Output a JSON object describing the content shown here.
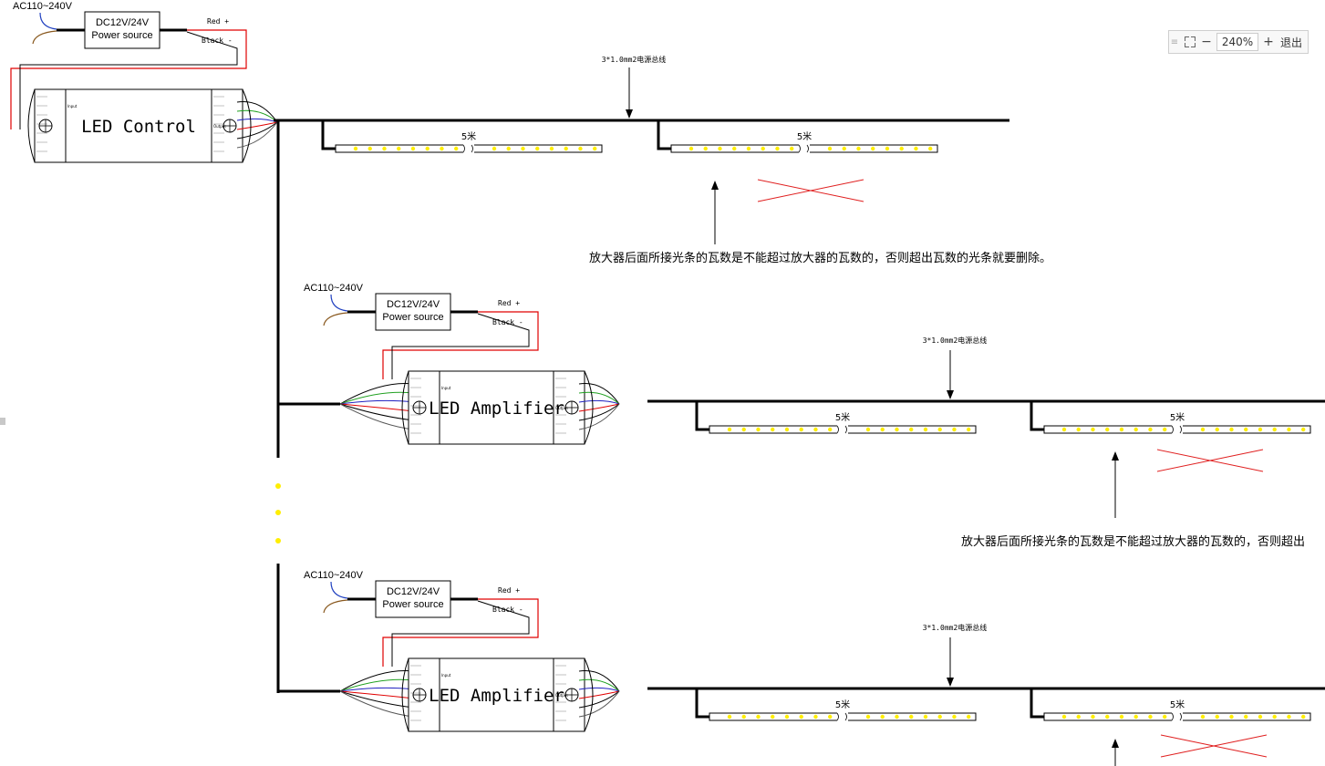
{
  "viewer": {
    "zoom": "240%",
    "exit_label": "退出",
    "zoom_out_label": "−",
    "zoom_in_label": "+",
    "fit_icon": "fit-screen-icon",
    "grip_icon": "drag-grip-icon"
  },
  "labels": {
    "ac_input": "AC110~240V",
    "psu_line1": "DC12V/24V",
    "psu_line2": "Power source",
    "red_wire": "Red +",
    "black_wire": "Black -",
    "controller": "LED Control",
    "amplifier": "LED Amplifier",
    "bus": "3*1.0mm2电源总线",
    "strip_length": "5米",
    "input_tag": "Input",
    "output_tag": "Output",
    "note": "放大器后面所接光条的瓦数是不能超过放大器的瓦数的，否则超出瓦数的光条就要删除。",
    "note_truncated": "放大器后面所接光条的瓦数是不能超过放大器的瓦数的，否则超出"
  },
  "colors": {
    "line": "#000000",
    "red_wire": "#e00000",
    "cross": "#e02020",
    "led": "#ffee00",
    "ac_wire": "#2040c0",
    "ac_wire2": "#8a5a20",
    "green": "#20a020",
    "blue": "#2020c0"
  }
}
